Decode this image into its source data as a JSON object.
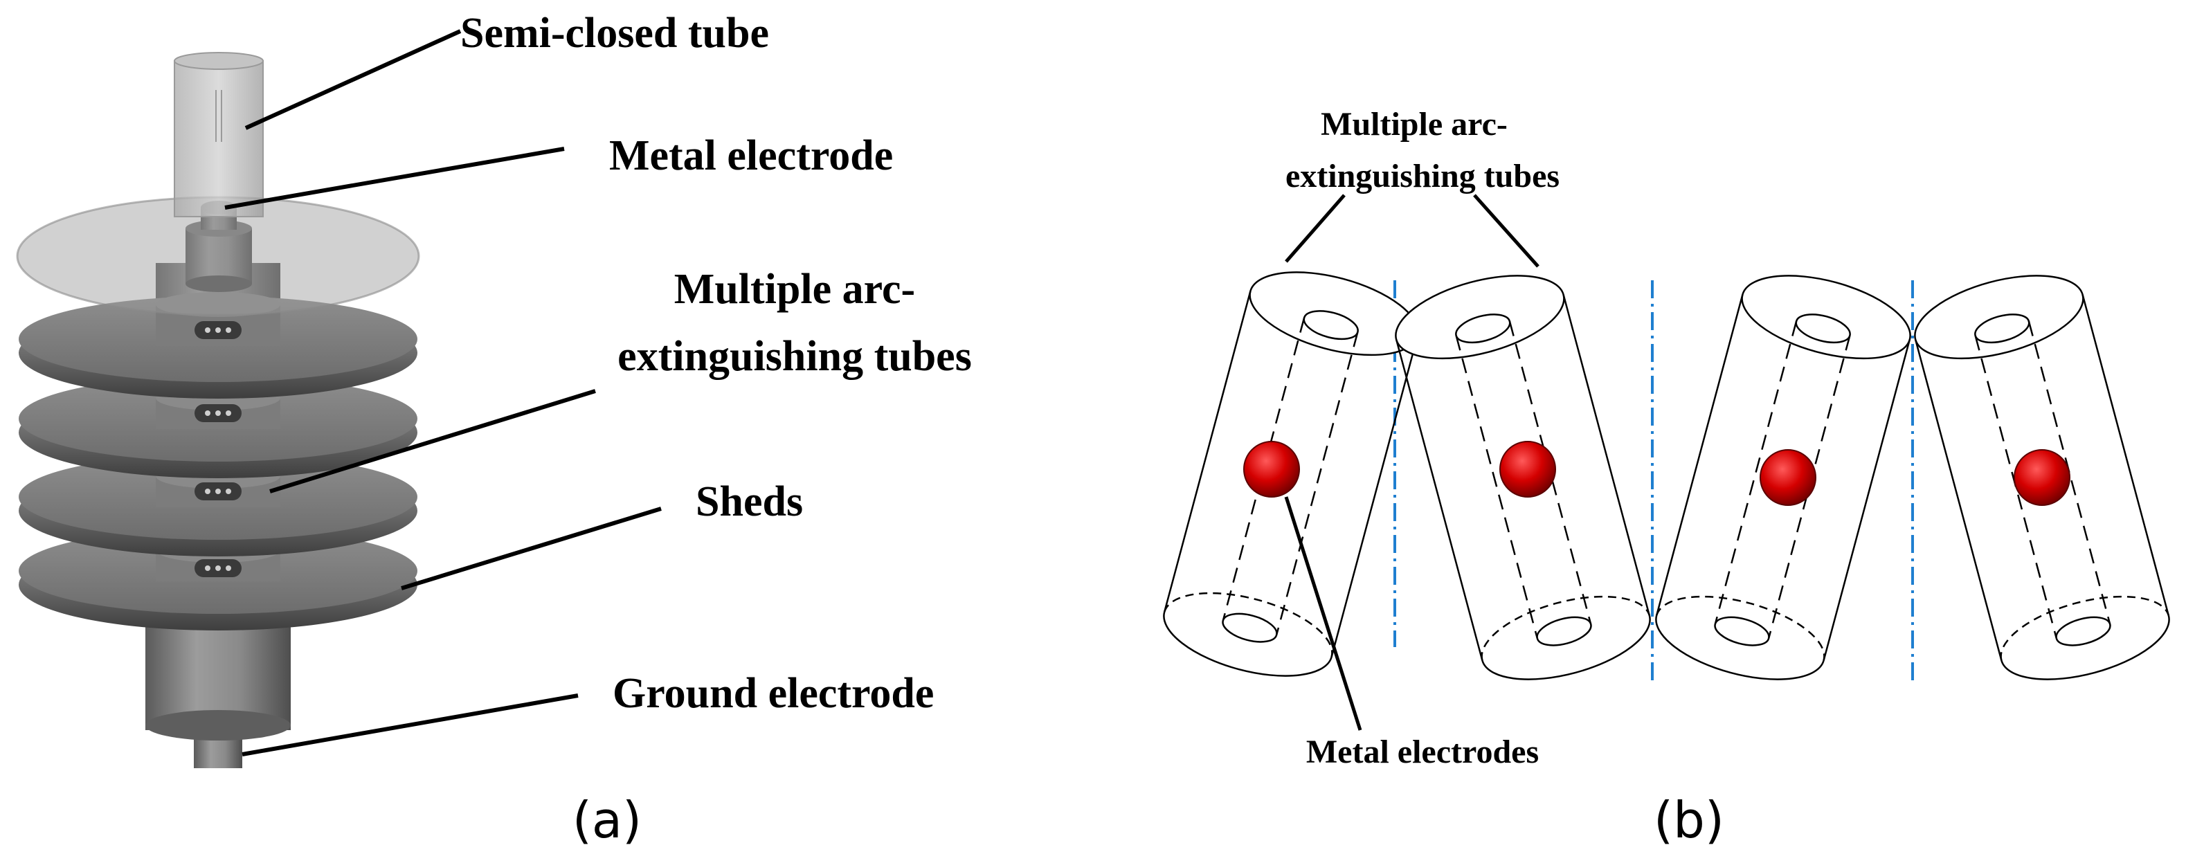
{
  "panel_a": {
    "labels": {
      "semi_closed_tube": "Semi-closed tube",
      "metal_electrode": "Metal electrode",
      "multiple_arc_line1": "Multiple arc-",
      "multiple_arc_line2": "extinguishing tubes",
      "sheds": "Sheds",
      "ground_electrode": "Ground electrode"
    },
    "caption": "(a)"
  },
  "panel_b": {
    "labels": {
      "multiple_arc_line1": "Multiple arc-",
      "multiple_arc_line2": "extinguishing tubes",
      "metal_electrodes": "Metal electrodes"
    },
    "caption": "(b)",
    "colors": {
      "electrode": "#d40000",
      "axis_line": "#1f7fd0"
    }
  }
}
